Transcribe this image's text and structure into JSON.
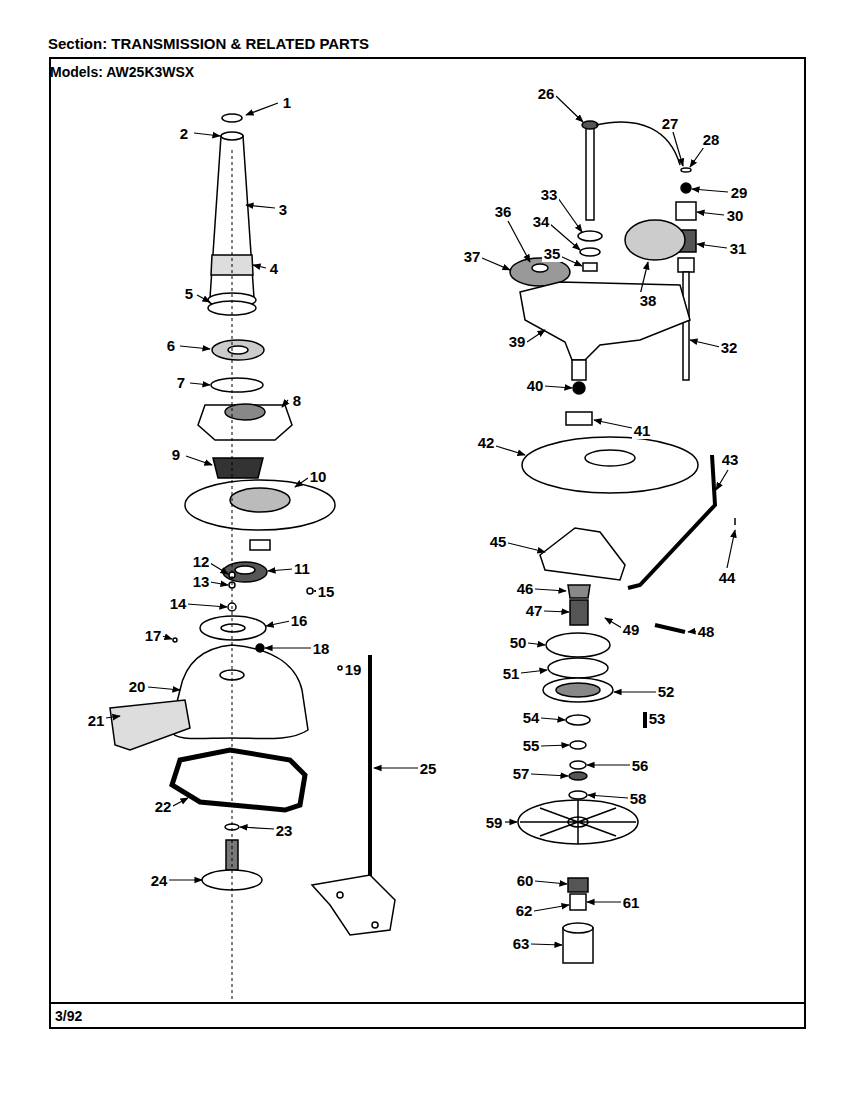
{
  "diagram": {
    "title": "Section: TRANSMISSION & RELATED PARTS",
    "labels": [
      "Models: AW25K3WSX",
      "1",
      "2",
      "3",
      "4",
      "5",
      "6",
      "7",
      "8",
      "9",
      "10",
      "11",
      "12",
      "13",
      "14",
      "15",
      "16",
      "17",
      "18",
      "19",
      "20",
      "21",
      "22",
      "23",
      "24",
      "25",
      "26",
      "27",
      "28",
      "29",
      "30",
      "31",
      "32",
      "33",
      "34",
      "35",
      "36",
      "37",
      "38",
      "39",
      "40",
      "41",
      "42",
      "43",
      "44",
      "45",
      "46",
      "47",
      "48",
      "49",
      "50",
      "51",
      "52",
      "53",
      "54",
      "55",
      "56",
      "57",
      "58",
      "59",
      "60",
      "61",
      "62",
      "63",
      "3/92"
    ]
  }
}
